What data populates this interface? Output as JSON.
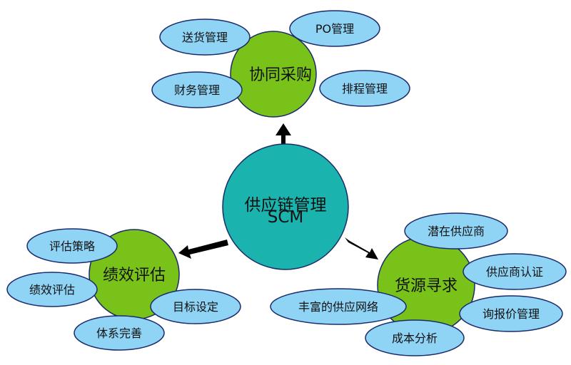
{
  "center": {
    "title": "供应链管理",
    "subtitle": "SCM"
  },
  "hubs": {
    "top": {
      "label": "协同采购"
    },
    "left": {
      "label": "绩效评估"
    },
    "right": {
      "label": "货源寻求"
    }
  },
  "leaves": {
    "top": [
      "送货管理",
      "PO管理",
      "财务管理",
      "排程管理"
    ],
    "left": [
      "评估策略",
      "绩效评估",
      "目标设定",
      "体系完善"
    ],
    "right": [
      "潜在供应商",
      "供应商认证",
      "丰富的供应网络",
      "询报价管理",
      "成本分析"
    ]
  },
  "colors": {
    "center_fill": "#1ab3ad",
    "hub_fill": "#78c21a",
    "leaf_fill": "#8fd3f5",
    "stroke": "#1b2a6b",
    "arrow": "#000000"
  }
}
